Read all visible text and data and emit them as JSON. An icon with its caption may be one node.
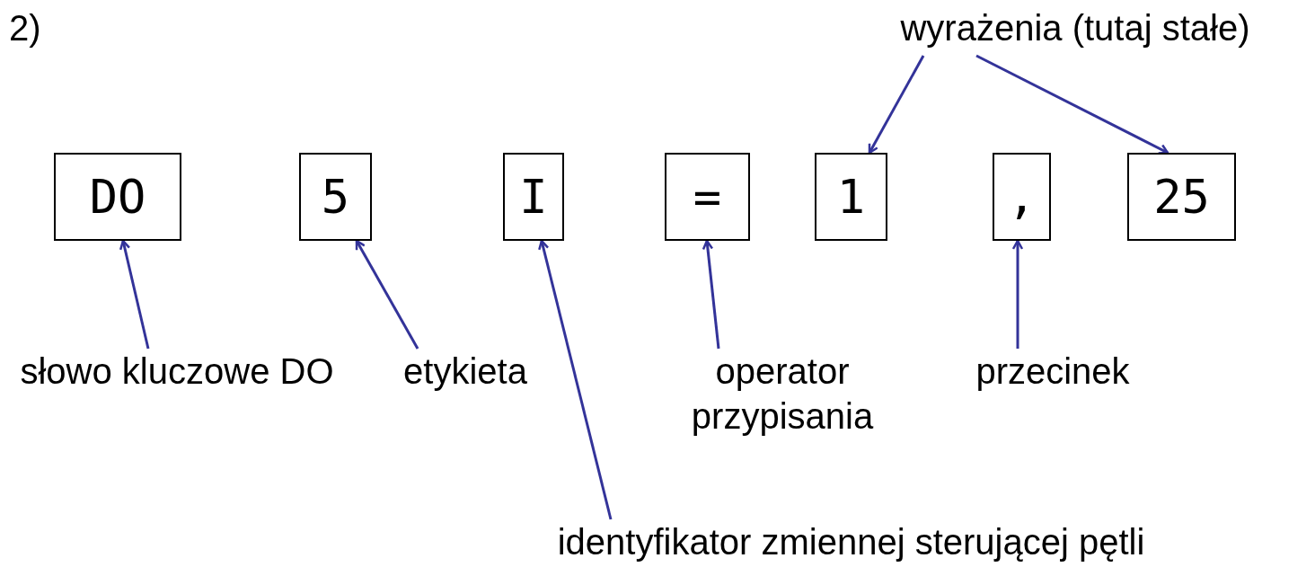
{
  "diagram": {
    "nodes": [
      {
        "text": [
          "DO"
        ]
      },
      {
        "text": [
          "5"
        ]
      },
      {
        "text": [
          "I"
        ]
      },
      {
        "text": [
          "="
        ]
      },
      {
        "text": [
          "1"
        ]
      },
      {
        "text": [
          ","
        ]
      },
      {
        "text": [
          "25"
        ]
      },
      {
        "text": [
          "słowo kluczowe DO"
        ]
      },
      {
        "text": [
          "etykieta"
        ]
      },
      {
        "text": [
          "operator przypisania"
        ]
      },
      {
        "text": [
          "przecinek"
        ]
      },
      {
        "text": [
          "identyfikator zmiennej sterującej pętli"
        ]
      },
      {
        "text": [
          "wyrażenia (tutaj stałe)"
        ]
      }
    ],
    "edges": [
      {
        "from": 7,
        "to": 0,
        "arrow": "to"
      },
      {
        "from": 8,
        "to": 1,
        "arrow": "to"
      },
      {
        "from": 11,
        "to": 2,
        "arrow": "to"
      },
      {
        "from": 9,
        "to": 3,
        "arrow": "to"
      },
      {
        "from": 10,
        "to": 5,
        "arrow": "to"
      },
      {
        "from": 12,
        "to": 4,
        "arrow": "to"
      },
      {
        "from": 12,
        "to": 6,
        "arrow": "to"
      }
    ],
    "labels": [
      "2)"
    ]
  }
}
